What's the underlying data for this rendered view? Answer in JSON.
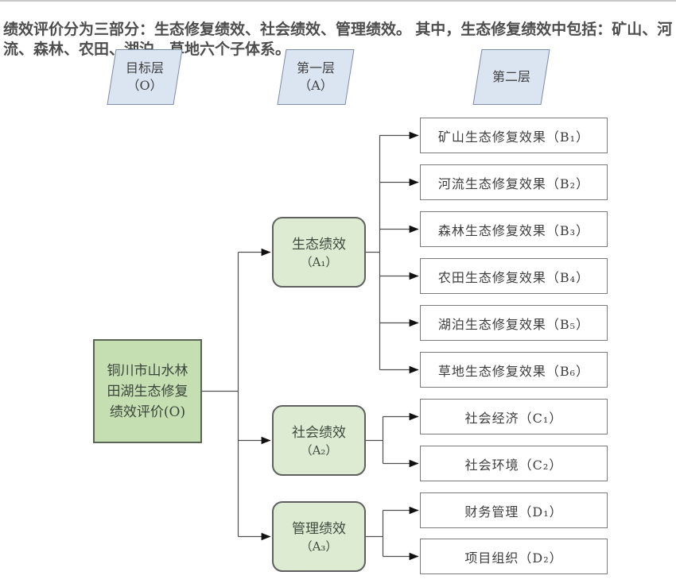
{
  "intro": "绩效评价分为三部分：生态修复绩效、社会绩效、管理绩效。 其中，生态修复绩效中包括：矿山、河流、森林、农田、湖泊、草地六个子体系。",
  "layers": [
    {
      "title": "目标层",
      "code": "（O）"
    },
    {
      "title": "第一层",
      "code": "（A）"
    },
    {
      "title": "第二层",
      "code": ""
    }
  ],
  "goal": {
    "label": "铜川市山水林田湖生态修复绩效评价(O)"
  },
  "level1": [
    {
      "name": "生态绩效",
      "code": "（A₁）"
    },
    {
      "name": "社会绩效",
      "code": "（A₂）"
    },
    {
      "name": "管理绩效",
      "code": "（A₃）"
    }
  ],
  "level2": [
    {
      "label": "矿山生态修复效果（B₁）"
    },
    {
      "label": "河流生态修复效果（B₂）"
    },
    {
      "label": "森林生态修复效果（B₃）"
    },
    {
      "label": "农田生态修复效果（B₄）"
    },
    {
      "label": "湖泊生态修复效果（B₅）"
    },
    {
      "label": "草地生态修复效果（B₆）"
    },
    {
      "label": "社会经济（C₁）"
    },
    {
      "label": "社会环境（C₂）"
    },
    {
      "label": "财务管理（D₁）"
    },
    {
      "label": "项目组织（D₂）"
    }
  ],
  "colors": {
    "header_fill": "#dbe4f1",
    "goal_fill": "#c5dfb3",
    "level1_fill": "#dcebd2",
    "leaf_fill": "#ffffff",
    "line": "#4f4f4f",
    "arrow": "#111111",
    "text": "#3d3d3d"
  }
}
